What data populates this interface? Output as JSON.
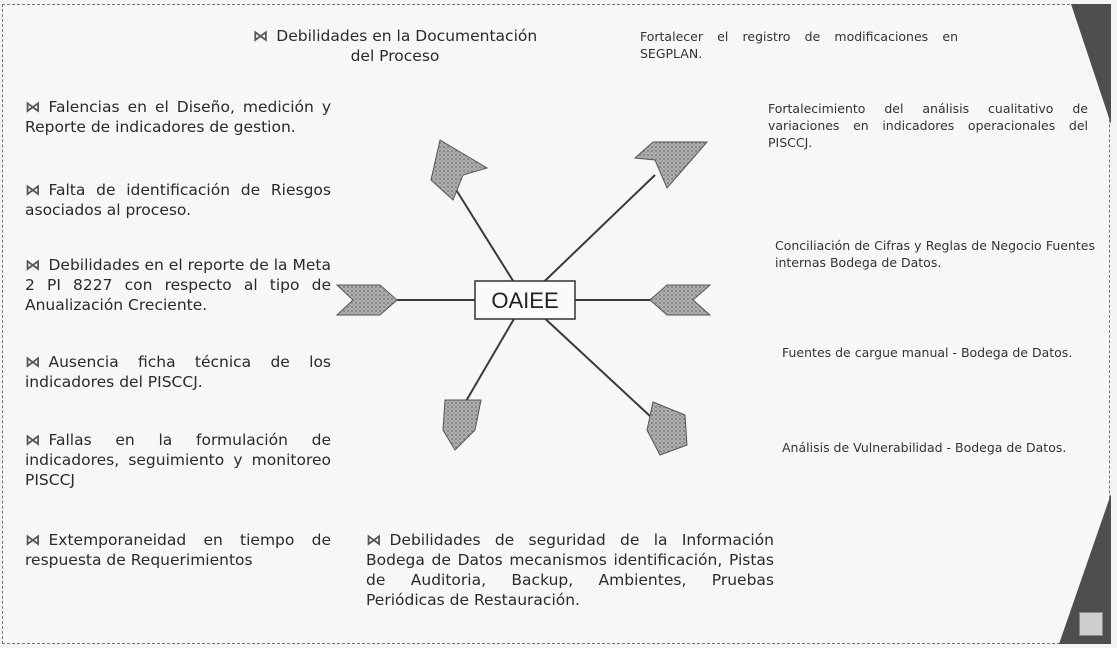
{
  "colors": {
    "background": "#f4f4f2",
    "arrow": "#9a9a9a",
    "line": "#3a3a3a",
    "corner": "#4e4e4e"
  },
  "hub": {
    "label": "OAIEE"
  },
  "bullet_mark": "⋈",
  "left_column": [
    {
      "text": "Debilidades en la Documentación del Proceso"
    },
    {
      "text": "Falencias en el Diseño, medición y Reporte de indicadores de gestion."
    },
    {
      "text": "Falta de identificación de Riesgos asociados al proceso."
    },
    {
      "text": "Debilidades en el reporte de la Meta 2 PI 8227 con respecto al tipo de Anualización Creciente."
    },
    {
      "text": "Ausencia ficha técnica de los indicadores del PISCCJ."
    },
    {
      "text": "Fallas en la formulación de indicadores, seguimiento y monitoreo PISCCJ"
    },
    {
      "text": "Extemporaneidad en tiempo de respuesta de Requerimientos"
    },
    {
      "text": "Debilidades de seguridad de la Información Bodega de Datos mecanismos identificación, Pistas de Auditoria, Backup, Ambientes, Pruebas Periódicas de Restauración."
    }
  ],
  "right_column": [
    {
      "text": "Fortalecer el registro de modificaciones en SEGPLAN."
    },
    {
      "text": "Fortalecimiento del análisis cualitativo de variaciones en indicadores operacionales del PISCCJ."
    },
    {
      "text": "Conciliación de Cifras y Reglas de Negocio Fuentes internas Bodega de Datos."
    },
    {
      "text": "Fuentes de cargue manual - Bodega de Datos."
    },
    {
      "text": "Análisis de Vulnerabilidad - Bodega de Datos."
    }
  ]
}
